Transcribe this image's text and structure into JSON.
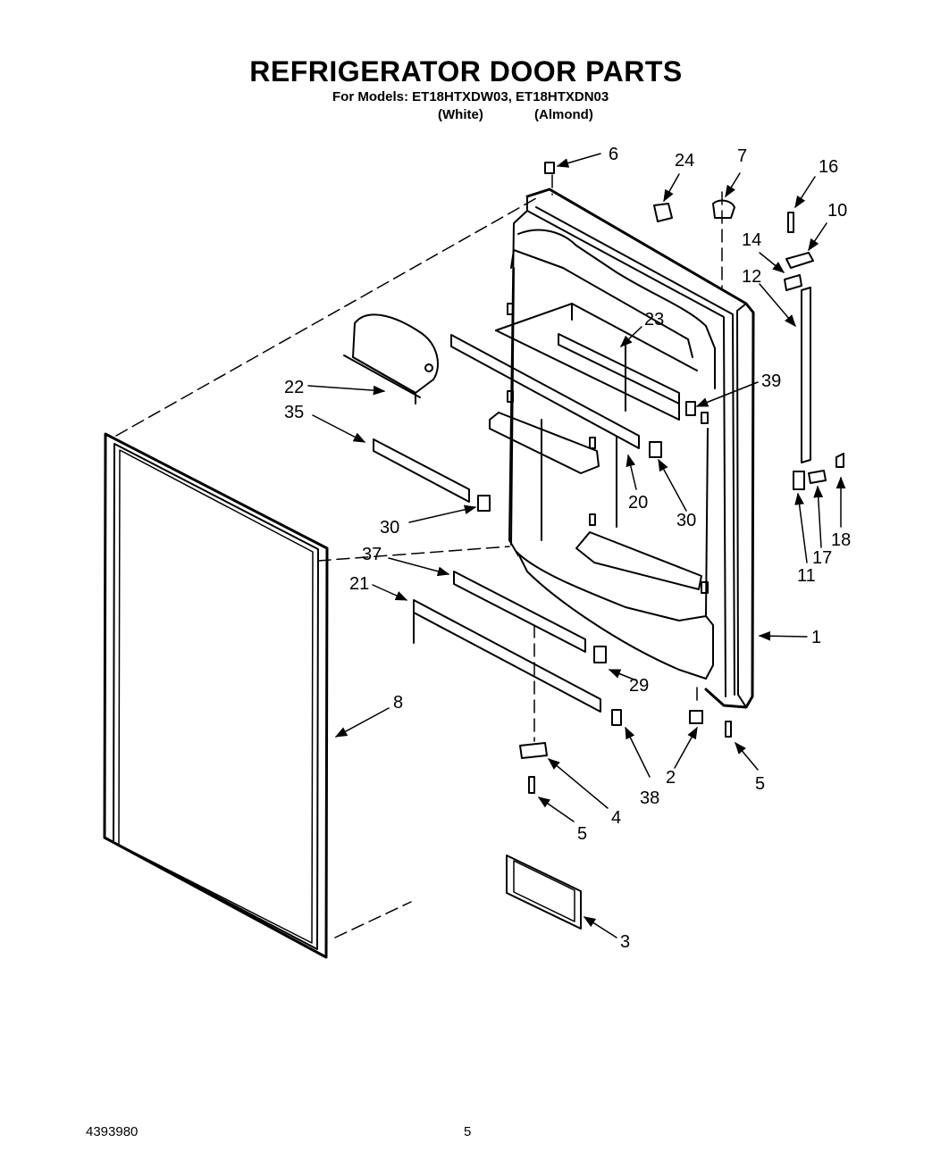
{
  "header": {
    "title": "REFRIGERATOR DOOR PARTS",
    "models_line": "For Models: ET18HTXDW03, ET18HTXDN03",
    "variant_white": "(White)",
    "variant_almond": "(Almond)"
  },
  "callouts": [
    {
      "id": "6",
      "label": "6"
    },
    {
      "id": "24",
      "label": "24"
    },
    {
      "id": "7",
      "label": "7"
    },
    {
      "id": "16",
      "label": "16"
    },
    {
      "id": "10",
      "label": "10"
    },
    {
      "id": "14",
      "label": "14"
    },
    {
      "id": "12",
      "label": "12"
    },
    {
      "id": "23",
      "label": "23"
    },
    {
      "id": "22",
      "label": "22"
    },
    {
      "id": "39",
      "label": "39"
    },
    {
      "id": "35",
      "label": "35"
    },
    {
      "id": "20",
      "label": "20"
    },
    {
      "id": "30a",
      "label": "30"
    },
    {
      "id": "30b",
      "label": "30"
    },
    {
      "id": "18",
      "label": "18"
    },
    {
      "id": "17",
      "label": "17"
    },
    {
      "id": "11",
      "label": "11"
    },
    {
      "id": "37",
      "label": "37"
    },
    {
      "id": "21",
      "label": "21"
    },
    {
      "id": "1",
      "label": "1"
    },
    {
      "id": "29",
      "label": "29"
    },
    {
      "id": "8",
      "label": "8"
    },
    {
      "id": "2",
      "label": "2"
    },
    {
      "id": "5a",
      "label": "5"
    },
    {
      "id": "38",
      "label": "38"
    },
    {
      "id": "4",
      "label": "4"
    },
    {
      "id": "5b",
      "label": "5"
    },
    {
      "id": "3",
      "label": "3"
    }
  ],
  "footer": {
    "doc_number": "4393980",
    "page_number": "5"
  }
}
